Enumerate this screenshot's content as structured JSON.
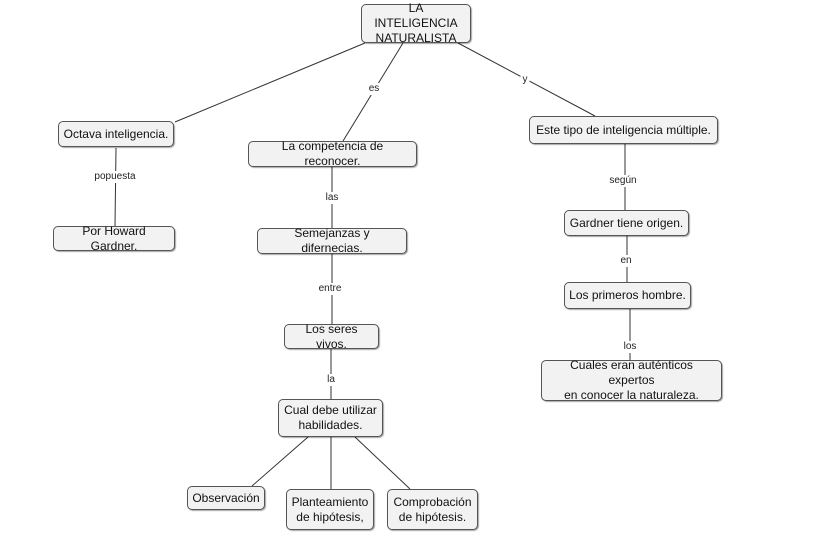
{
  "nodes": {
    "root": "LA INTELIGENCIA\nNATURALISTA",
    "octava": "Octava inteligencia.",
    "gardner_por": "Por Howard Gardner.",
    "competencia": "La competencia de reconocer.",
    "semejanzas": "Semejanzas y difernecias.",
    "seres": "Los seres vivos.",
    "habilidades": "Cual debe utilizar\nhabilidades.",
    "observacion": "Observación",
    "planteamiento": "Planteamiento\nde hipótesis,",
    "comprobacion": "Comprobación\nde hipótesis.",
    "tipo": "Este tipo de inteligencia múltiple.",
    "gardner_origen": "Gardner tiene origen.",
    "primeros": "Los primeros hombre.",
    "cuales": "Cuales eran auténticos expertos\nen conocer la naturaleza."
  },
  "links": {
    "es": "es",
    "y": "y",
    "popuesta": "popuesta",
    "las": "las",
    "entre": "entre",
    "la": "la",
    "segun": "según",
    "en": "en",
    "los": "los"
  }
}
